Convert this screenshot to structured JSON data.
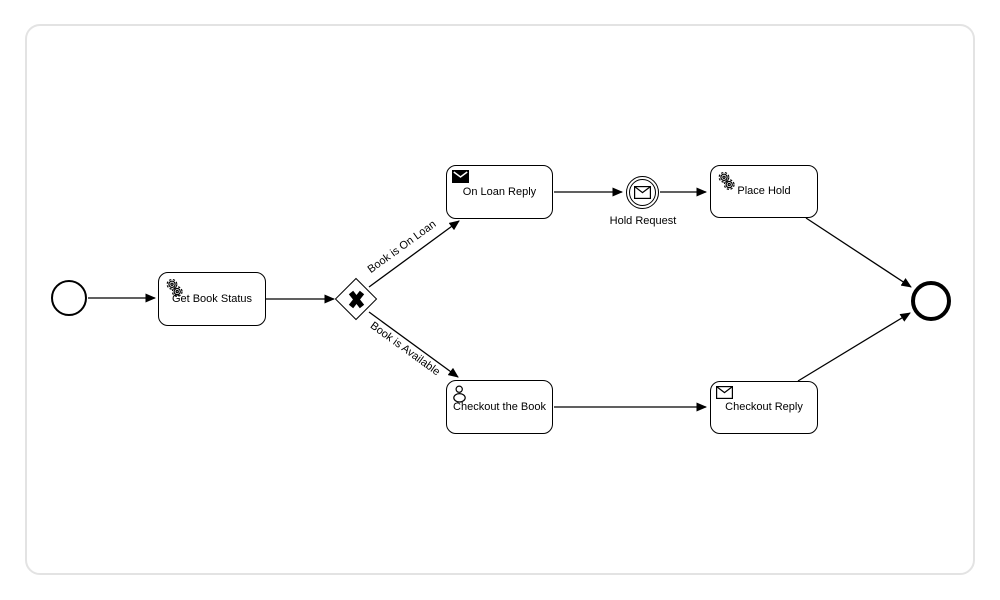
{
  "process": {
    "tasks": {
      "get_book_status": {
        "label": "Get Book Status",
        "icon": "gears-icon"
      },
      "on_loan_reply": {
        "label": "On Loan Reply",
        "icon": "message-filled-icon"
      },
      "place_hold": {
        "label": "Place Hold",
        "icon": "gears-icon"
      },
      "checkout_the_book": {
        "label": "Checkout the Book",
        "icon": "user-icon"
      },
      "checkout_reply": {
        "label": "Checkout Reply",
        "icon": "message-outline-icon"
      }
    },
    "intermediate_event": {
      "label": "Hold Request",
      "icon": "message-outline-icon"
    },
    "flow_labels": {
      "on_loan": "Book is On Loan",
      "available": "Book is Available"
    }
  },
  "colors": {
    "stroke": "#000000",
    "node_fill": "#ffffff",
    "card_border": "#e3e3e3",
    "page_background": "#ffffff"
  }
}
